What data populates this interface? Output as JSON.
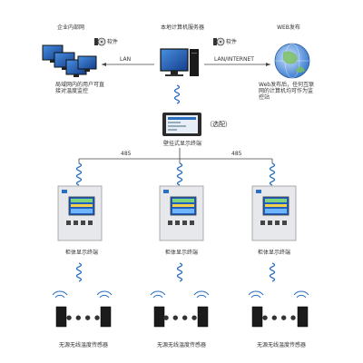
{
  "diagram": {
    "enterprise_net": "企业内部网",
    "local_server": "本地计算机服务器",
    "web_publish": "WEB发布",
    "software_left": "软件",
    "software_right": "软件",
    "lan_label": "LAN",
    "lan_internet_label": "LAN/INTERNET",
    "enterprise_caption": "局域网内的用户可直接对温度监控",
    "web_caption": "Web发布后，任何互联网的计算机均可作为监控站",
    "optional_label": "（选配）",
    "touch_terminal": "壁挂式显示终端",
    "bus_left": "485",
    "bus_right": "485",
    "terminals": [
      {
        "label": "柜体显示终端"
      },
      {
        "label": "柜体显示终端"
      },
      {
        "label": "柜体显示终端"
      }
    ],
    "sensor_groups": [
      {
        "label": "无源无线温度传感器"
      },
      {
        "label": "无源无线温度传感器"
      },
      {
        "label": "无源无线温度传感器"
      }
    ],
    "dots": "● ● ● ●",
    "colors": {
      "line": "#444444",
      "spring": "#2a6fc0",
      "screen_blue": "#1e5fc0",
      "panel_grey": "#e6e8ec"
    }
  }
}
